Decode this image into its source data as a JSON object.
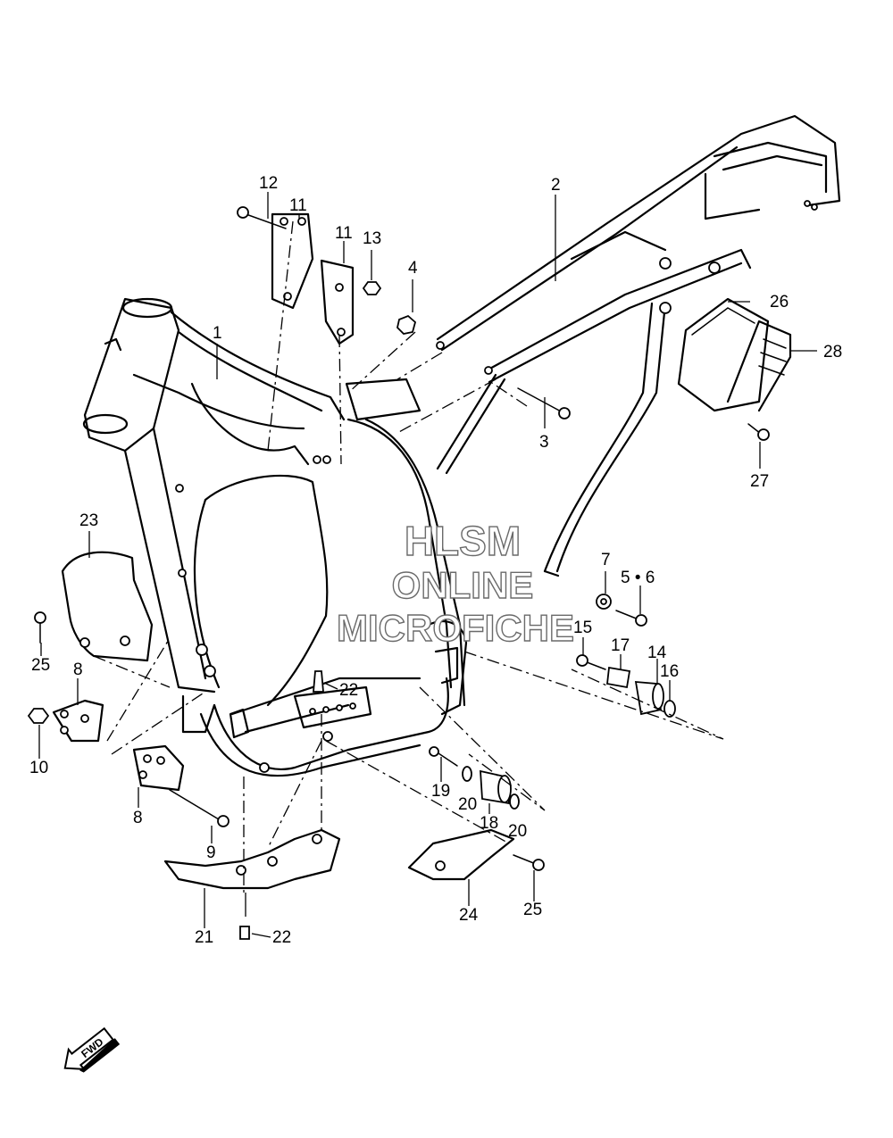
{
  "watermark": {
    "line1": "HLSM",
    "line2": "ONLINE",
    "line3": "MICROFICHE"
  },
  "fwd_label": "FWD",
  "callouts": [
    "1",
    "2",
    "3",
    "4",
    "5 • 6",
    "7",
    "8",
    "8",
    "9",
    "10",
    "11",
    "11",
    "12",
    "13",
    "14",
    "15",
    "16",
    "17",
    "18",
    "19",
    "20",
    "20",
    "21",
    "22",
    "22",
    "23",
    "24",
    "25",
    "25",
    "26",
    "27",
    "28"
  ]
}
